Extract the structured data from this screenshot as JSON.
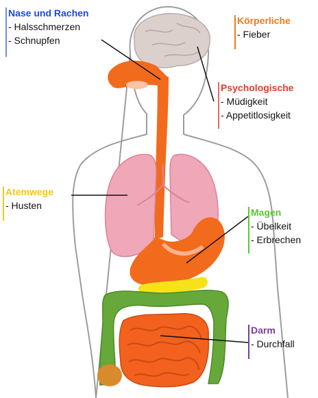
{
  "colors": {
    "blue": "#1c47e6",
    "orange": "#f07a1c",
    "red": "#e03c2b",
    "yellow": "#f4c61a",
    "green": "#59c832",
    "purple": "#7a3f98",
    "esophagus": "#f26a1c",
    "lungs": "#f0a7b7",
    "brain": "#dcd0cd",
    "colon": "#66a83a",
    "small-intestine": "#f2611e",
    "outline": "#9c9c9c"
  },
  "groups": {
    "nose": {
      "title": "Nase und Rachen",
      "items": [
        "- Halsschmerzen",
        "- Schnupfen"
      ]
    },
    "body": {
      "title": "Körperliche",
      "items": [
        "- Fieber"
      ]
    },
    "psych": {
      "title": "Psychologische",
      "items": [
        "- Müdigkeit",
        "- Appetitlosigkeit"
      ]
    },
    "air": {
      "title": "Atemwege",
      "items": [
        "- Husten"
      ]
    },
    "stomach": {
      "title": "Magen",
      "items": [
        "- Übelkeit",
        "- Erbrechen"
      ]
    },
    "gut": {
      "title": "Darm",
      "items": [
        "- Durchfall"
      ]
    }
  }
}
